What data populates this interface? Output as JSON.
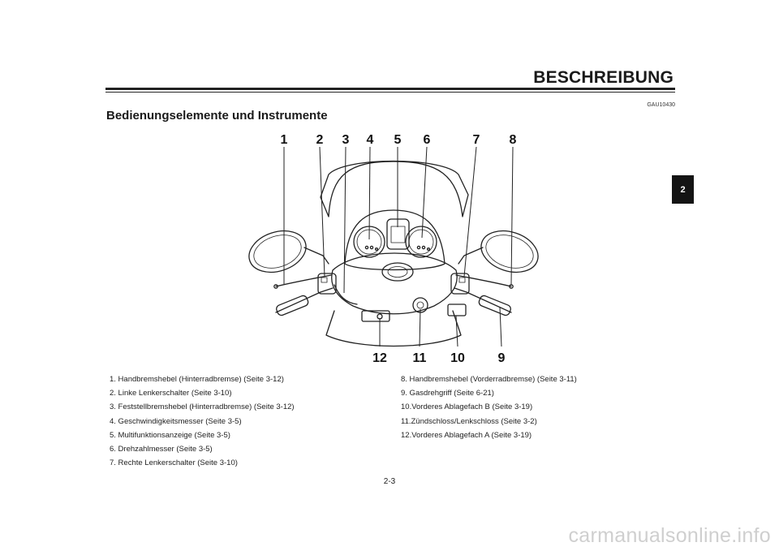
{
  "header": {
    "title": "BESCHREIBUNG"
  },
  "doc_code": "GAU10430",
  "section_title": "Bedienungselemente und Instrumente",
  "chapter_tab": "2",
  "diagram": {
    "top_callouts": [
      "1",
      "2",
      "3",
      "4",
      "5",
      "6",
      "7",
      "8"
    ],
    "bottom_callouts": [
      "12",
      "11",
      "10",
      "9"
    ]
  },
  "legend_left": [
    "1.  Handbremshebel (Hinterradbremse) (Seite 3-12)",
    "2.  Linke Lenkerschalter (Seite 3-10)",
    "3.  Feststellbremshebel (Hinterradbremse) (Seite 3-12)",
    "4.  Geschwindigkeitsmesser (Seite 3-5)",
    "5.  Multifunktionsanzeige (Seite 3-5)",
    "6.  Drehzahlmesser (Seite 3-5)",
    "7.  Rechte Lenkerschalter (Seite 3-10)"
  ],
  "legend_right": [
    "8.  Handbremshebel (Vorderradbremse) (Seite 3-11)",
    "9.  Gasdrehgriff (Seite 6-21)",
    "10.Vorderes Ablagefach B (Seite 3-19)",
    "11.Zündschloss/Lenkschloss (Seite 3-2)",
    "12.Vorderes Ablagefach A (Seite 3-19)"
  ],
  "page_number": "2-3",
  "watermark": "carmanualsonline.info"
}
